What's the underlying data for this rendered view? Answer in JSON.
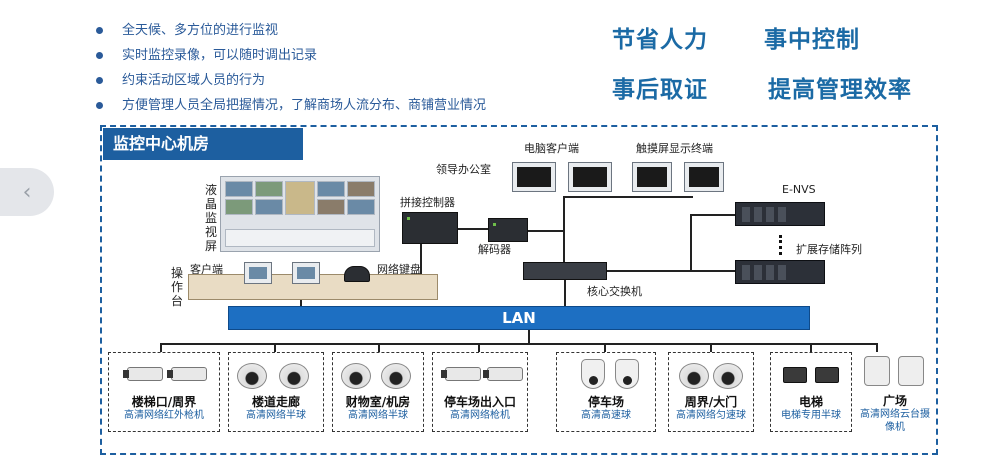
{
  "nav": {
    "prev_icon": "chevron-left-icon",
    "prev_glyph": "‹"
  },
  "bullets": [
    "全天候、多方位的进行监视",
    "实时监控录像，可以随时调出记录",
    "约束活动区域人员的行为",
    "方便管理人员全局把握情况，了解商场人流分布、商铺营业情况"
  ],
  "benefits": [
    "节省人力",
    "事中控制",
    "事后取证",
    "提高管理效率"
  ],
  "colors": {
    "accent": "#1d5fa0",
    "lan": "#1d6fc2",
    "benefit": "#1b6aa5"
  },
  "diagram": {
    "title": "监控中心机房",
    "labels": {
      "leader_office": "领导办公室",
      "pc_client": "电脑客户端",
      "touch_display": "触摸屏显示终端",
      "splice_controller": "拼接控制器",
      "lcd_wall": "液晶监视屏",
      "decoder": "解码器",
      "client": "客户端",
      "network_keyboard": "网络键盘",
      "console": "操作台",
      "core_switch": "核心交换机",
      "envs": "E-NVS",
      "storage": "扩展存储阵列",
      "lan": "LAN"
    },
    "groups": [
      {
        "name": "楼梯口/周界",
        "sub": "高清网络红外枪机",
        "camera": "bullet-camera"
      },
      {
        "name": "楼道走廊",
        "sub": "高清网络半球",
        "camera": "dome-camera"
      },
      {
        "name": "财物室/机房",
        "sub": "高清网络半球",
        "camera": "dome-camera"
      },
      {
        "name": "停车场出入口",
        "sub": "高清网络枪机",
        "camera": "bullet-camera"
      },
      {
        "name": "停车场",
        "sub": "高清高速球",
        "camera": "ptz-camera"
      },
      {
        "name": "周界/大门",
        "sub": "高清网络匀速球",
        "camera": "dome-camera"
      },
      {
        "name": "电梯",
        "sub": "电梯专用半球",
        "camera": "elevator-camera"
      },
      {
        "name": "广场",
        "sub": "高清网络云台摄像机",
        "camera": "housing-camera"
      }
    ]
  }
}
